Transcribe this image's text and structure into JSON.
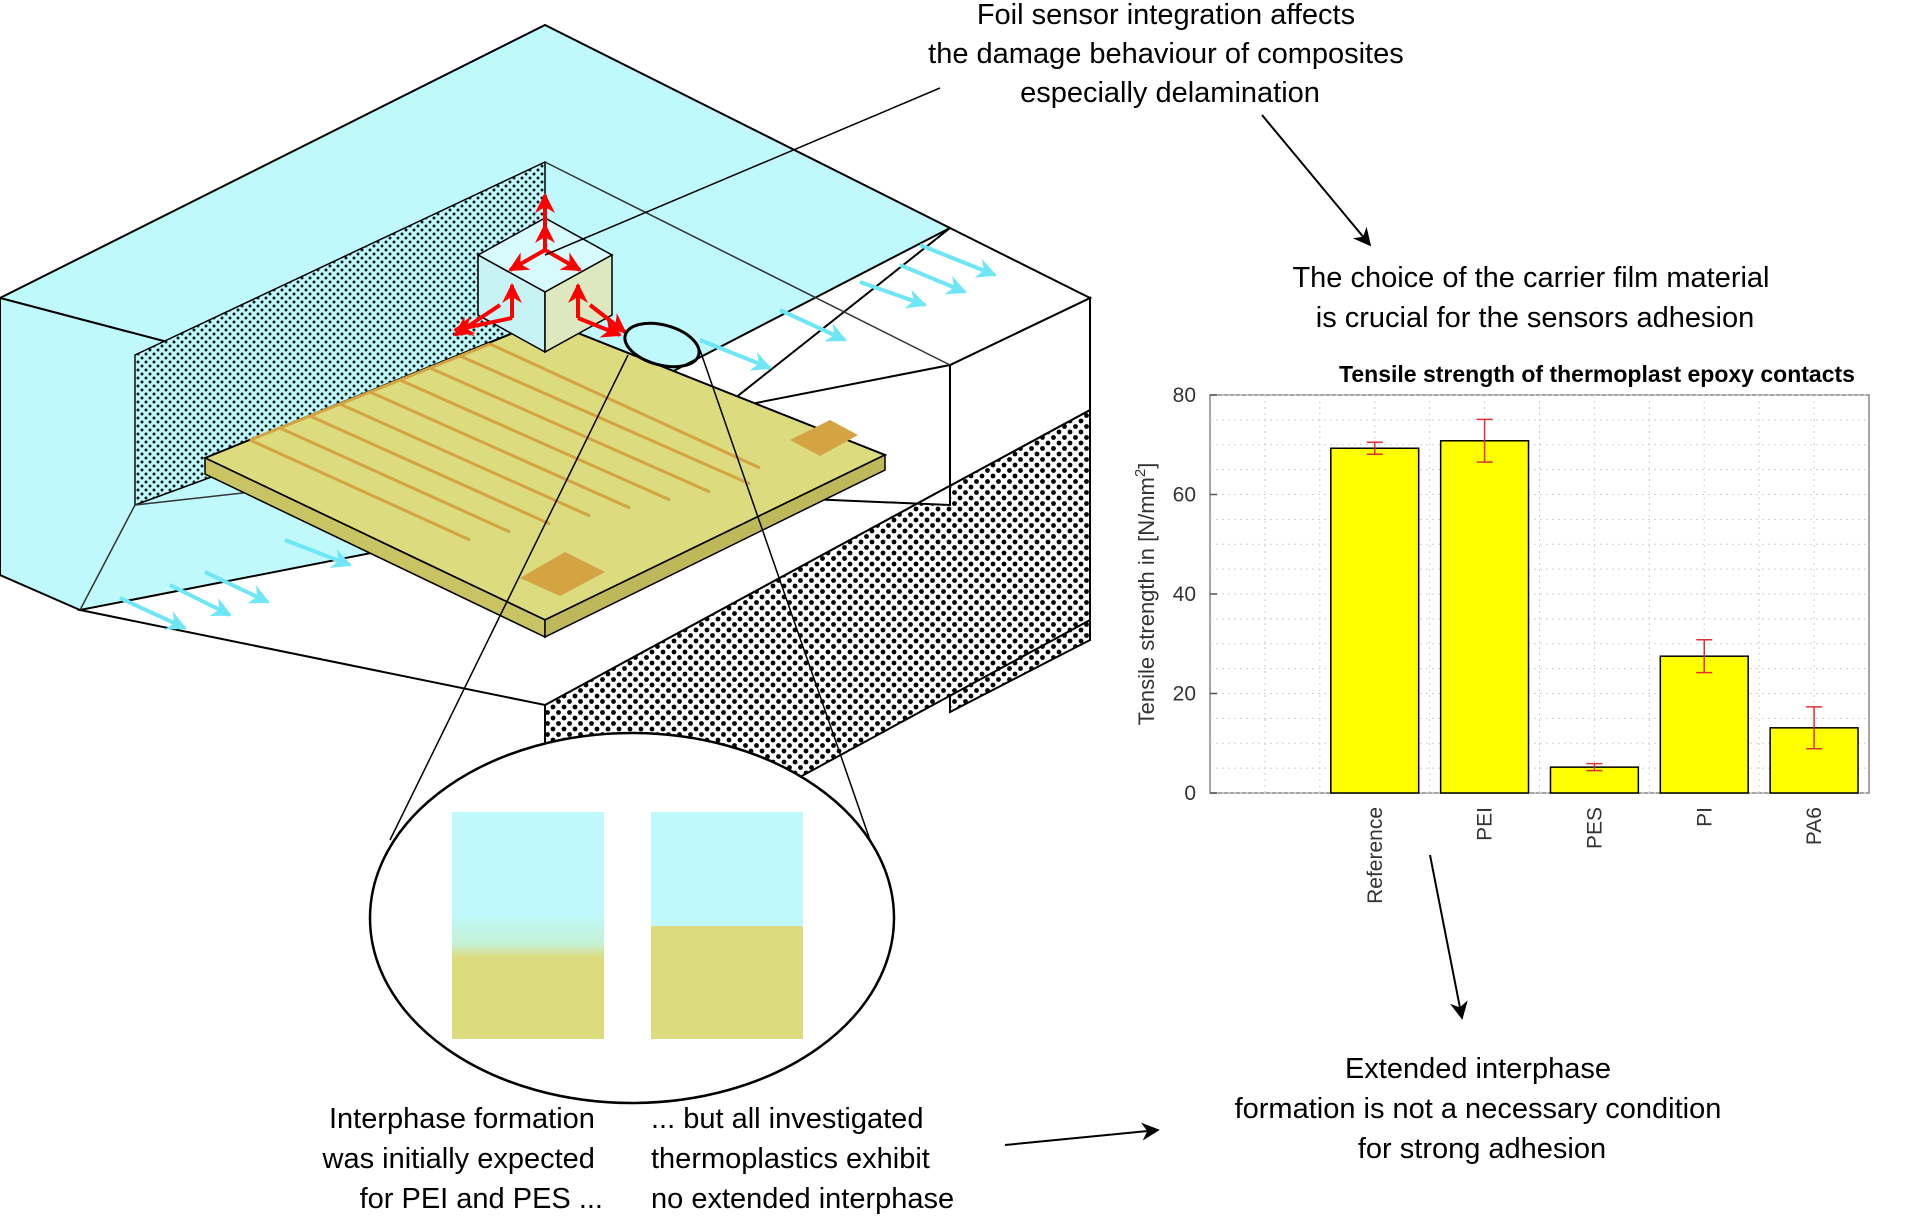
{
  "captions": {
    "top": [
      "Foil sensor integration affects",
      "the damage behaviour of composites",
      "especially delamination"
    ],
    "carrier": [
      "The choice of the carrier film material",
      "is crucial for the sensors adhesion"
    ],
    "expected": [
      "Interphase formation",
      "was initially expected",
      "for PEI and PES ..."
    ],
    "observed": [
      "... but all investigated",
      "thermoplastics exhibit",
      "no extended interphase"
    ],
    "conclusion": [
      "Extended interphase",
      "formation is not a necessary condition",
      "for strong adhesion"
    ]
  },
  "colors": {
    "resin": "#bff9fb",
    "foil": "#dcdb7e",
    "electrode": "#d4a342",
    "stress_arrow": "#ff0000",
    "flow_arrow": "#6fe6f5",
    "bar_fill": "#ffff00",
    "error_bar": "#e03030"
  },
  "chart_data": {
    "type": "bar",
    "title": "Tensile strength of thermoplast epoxy contacts",
    "ylabel_text": "Tensile strength in [N/mm",
    "ylabel_sup": "2",
    "ylabel_end": "]",
    "categories": [
      "Reference",
      "PEI",
      "PES",
      "PI",
      "PA6"
    ],
    "values": [
      69.3,
      70.8,
      5.2,
      27.5,
      13.1
    ],
    "errors": [
      1.2,
      4.3,
      0.7,
      3.3,
      4.2
    ],
    "ylim": [
      0,
      80
    ],
    "yticks": [
      0,
      20,
      40,
      60,
      80
    ],
    "grid": true
  }
}
